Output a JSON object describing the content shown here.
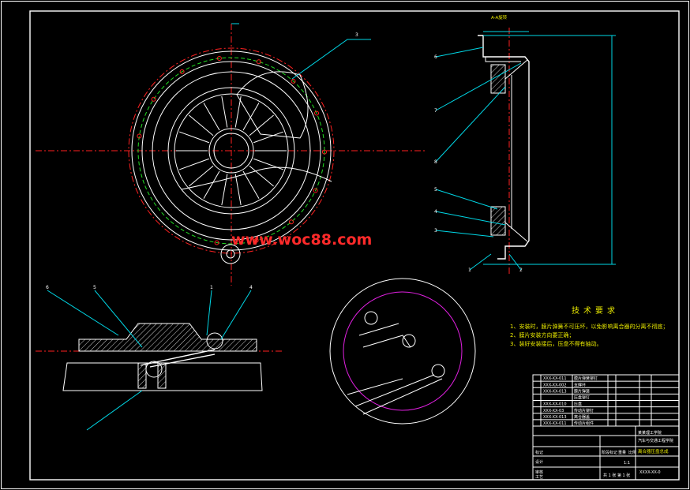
{
  "watermark": "www.woc88.com",
  "technical_requirements": {
    "title": "技术要求",
    "items": [
      "1、安装时，膜片弹簧不可压坏，以免影响离合器的分离不彻底；",
      "2、膜片安装方向要正确；",
      "3、装好安装接后，压盘不得有抽动。"
    ]
  },
  "section_label": "A-A旋转",
  "balloons": {
    "front_view": [
      "3"
    ],
    "side_view": [
      "6",
      "7",
      "8",
      "5",
      "4",
      "3",
      "1",
      "2"
    ],
    "section_view": [
      "6",
      "5",
      "1",
      "4"
    ]
  },
  "parts_list": [
    {
      "no": "",
      "code": "XXX-XX-011",
      "name": "膜片弹簧铆钉"
    },
    {
      "no": "",
      "code": "XXX-XX-002",
      "name": "支撑环"
    },
    {
      "no": "",
      "code": "XXX-XX-013",
      "name": "膜片弹簧"
    },
    {
      "no": "",
      "code": "",
      "name": "压盘铆钉"
    },
    {
      "no": "",
      "code": "XXX-XX-010",
      "name": "压盘"
    },
    {
      "no": "",
      "code": "XXX-XX-03",
      "name": "传动片铆钉"
    },
    {
      "no": "",
      "code": "XXX-XX-013",
      "name": "离合器盖"
    },
    {
      "no": "",
      "code": "XXX-XX-011",
      "name": "传动片组件"
    }
  ],
  "title_block": {
    "school": "某某理工学院",
    "dept": "汽车与交通工程学院",
    "drawing_name": "离合器压盘总成",
    "drawing_no": "XXXX-XX-0",
    "scale": "1:1",
    "sheet": "共 1 张 第 1 张",
    "row_labels": [
      "标记",
      "设计",
      "审核",
      "工艺"
    ],
    "col_labels": [
      "阶段标记",
      "重量",
      "比例"
    ]
  }
}
